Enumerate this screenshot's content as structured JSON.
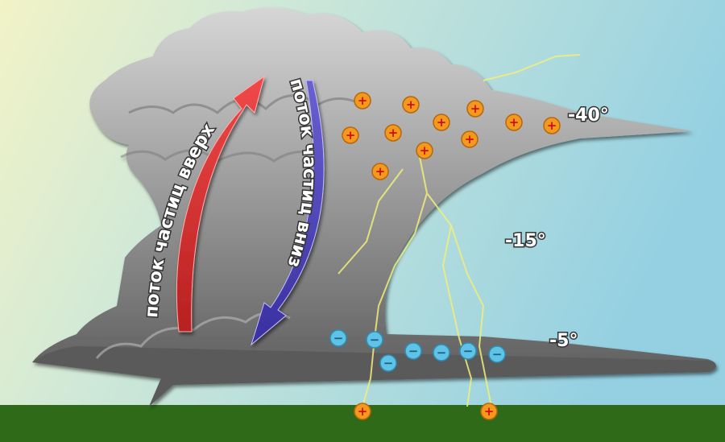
{
  "diagram": {
    "arrow_up_label": "поток частиц вверх",
    "arrow_down_label": "поток частиц вниз",
    "temperatures": [
      "-40°",
      "-15°",
      "-5°"
    ],
    "positive_symbol": "+",
    "negative_symbol": "−",
    "positive_charges_in_cloud": 11,
    "negative_charges_in_cloud": 7,
    "positive_charges_on_ground": 2
  },
  "colors": {
    "arrow_up": "#e03030",
    "arrow_down": "#4a40b0",
    "positive_charge": "#f39a1e",
    "negative_charge": "#5ec3e6",
    "ground": "#2e6a18"
  }
}
